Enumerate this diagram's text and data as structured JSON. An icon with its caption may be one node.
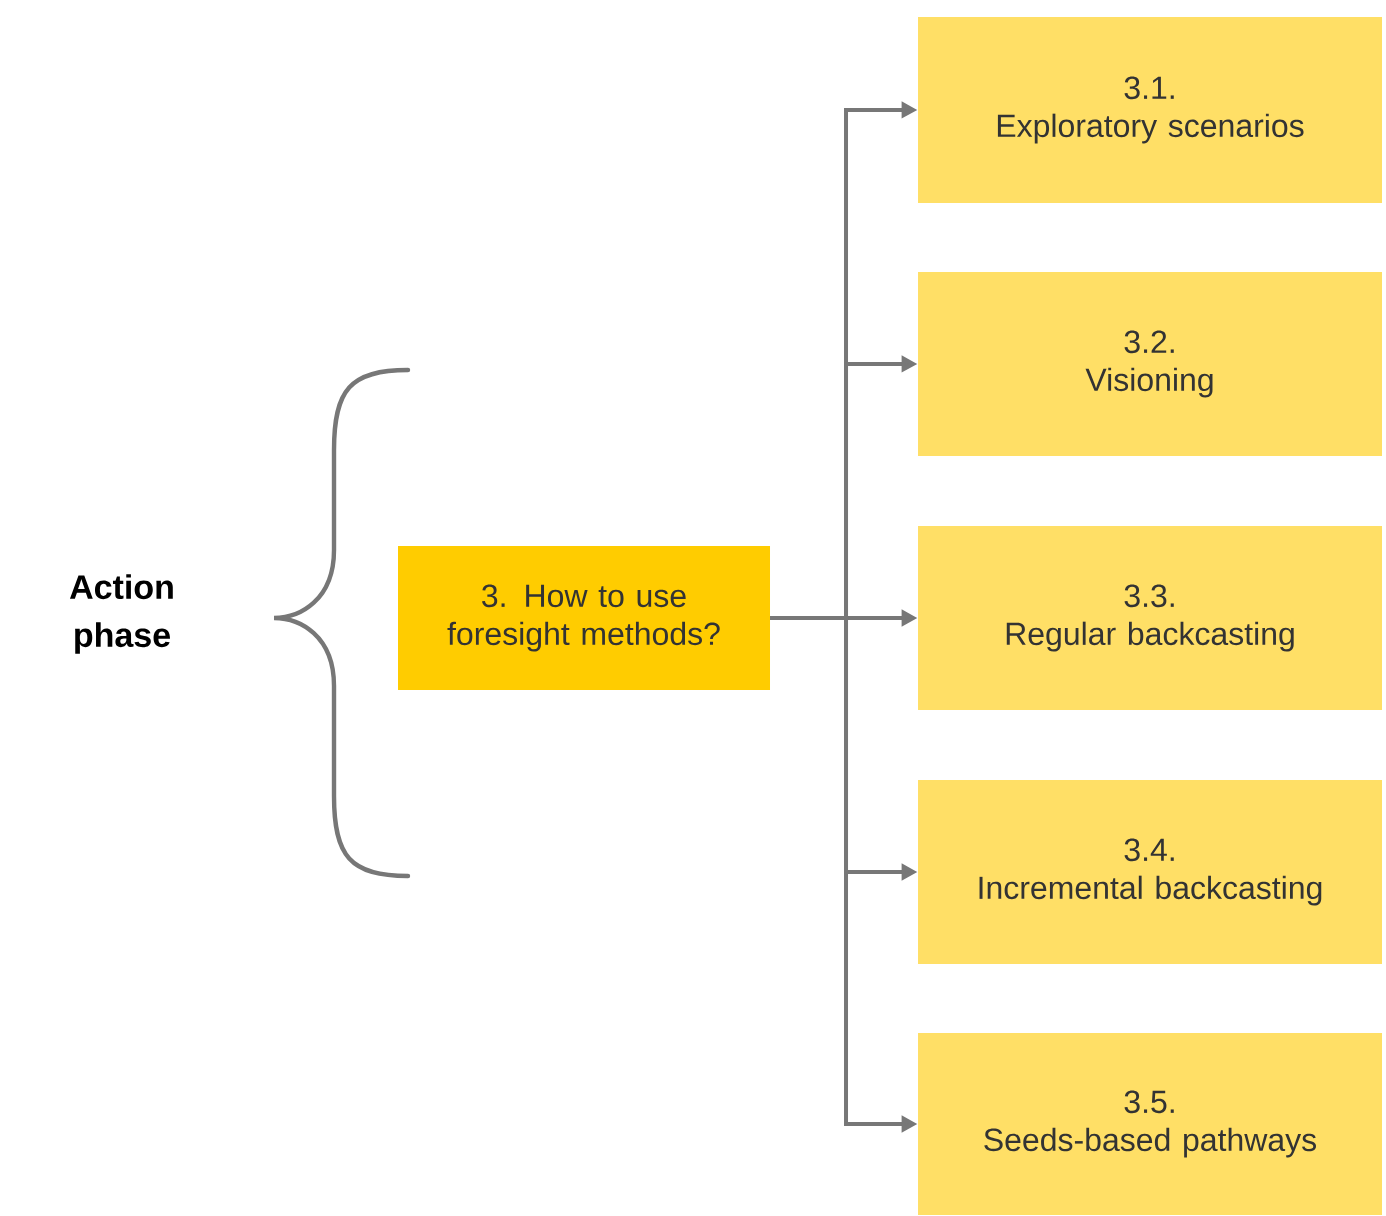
{
  "diagram": {
    "nodes": [
      {
        "text": [
          "3. How to use foresight methods?"
        ]
      },
      {
        "text": [
          "3.1.",
          "Exploratory scenarios"
        ]
      },
      {
        "text": [
          "3.2.",
          "Visioning"
        ]
      },
      {
        "text": [
          "3.3.",
          "Regular backcasting"
        ]
      },
      {
        "text": [
          "3.4.",
          "Incremental backcasting"
        ]
      },
      {
        "text": [
          "3.5.",
          "Seeds-based pathways"
        ]
      }
    ],
    "edges": [
      {
        "from": 0,
        "to": 1,
        "arrow": "to"
      },
      {
        "from": 0,
        "to": 2,
        "arrow": "to"
      },
      {
        "from": 0,
        "to": 3,
        "arrow": "to"
      },
      {
        "from": 0,
        "to": 4,
        "arrow": "to"
      },
      {
        "from": 0,
        "to": 5,
        "arrow": "to"
      }
    ],
    "labels": [
      "Action phase"
    ]
  }
}
